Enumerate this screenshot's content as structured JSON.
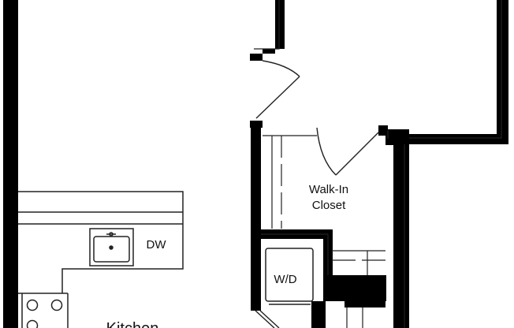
{
  "floor_plan": {
    "colors": {
      "wall": "#000000",
      "line": "#222222",
      "background": "#ffffff"
    },
    "rooms": {
      "walk_in_closet": {
        "line1": "Walk-In",
        "line2": "Closet"
      },
      "laundry": {
        "label": "W/D"
      },
      "dishwasher": {
        "label": "DW"
      },
      "kitchen": {
        "label": "Kitchen"
      }
    },
    "fixtures": [
      "sink",
      "range-burners",
      "washer-dryer",
      "kitchen-counter"
    ]
  }
}
